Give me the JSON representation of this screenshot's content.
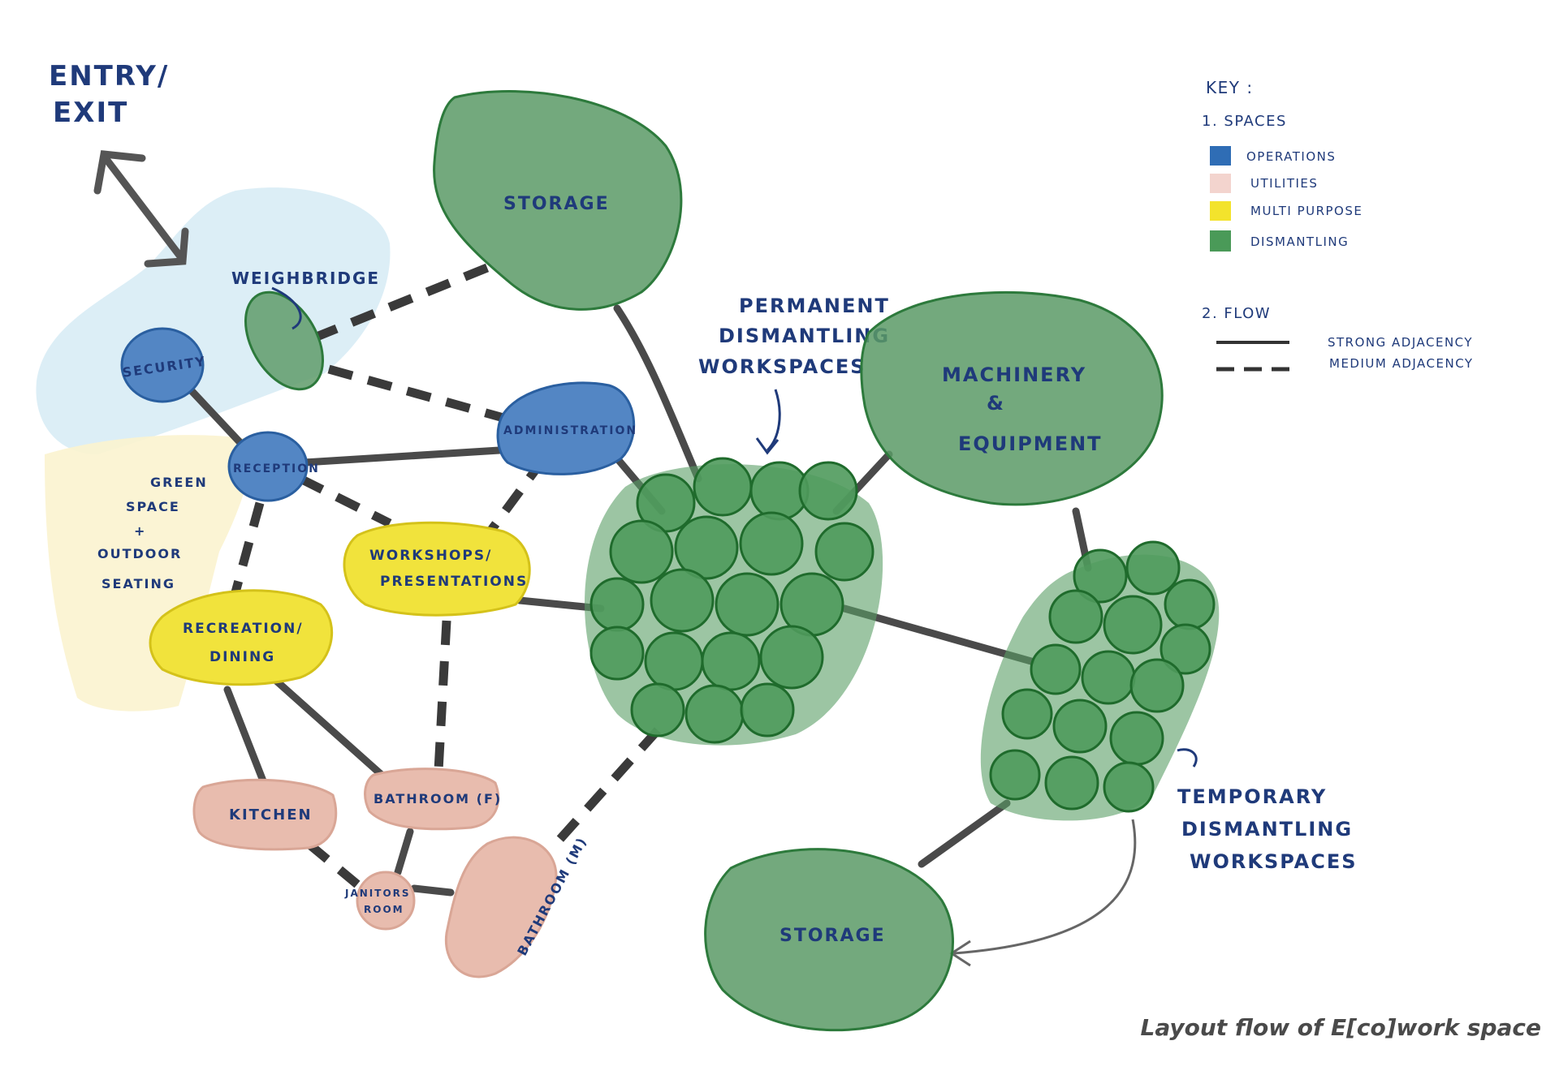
{
  "entry_label_line1": "ENTRY/",
  "entry_label_line2": "EXIT",
  "spaces": {
    "storage_top": "STORAGE",
    "weighbridge": "WEIGHBRIDGE",
    "security": "SECURITY",
    "reception": "RECEPTION",
    "administration": "ADMINISTRATION",
    "green_space": [
      "GREEN",
      "SPACE",
      "+",
      "OUTDOOR",
      "SEATING"
    ],
    "workshops": [
      "WORKSHOPS/",
      "PRESENTATIONS"
    ],
    "recreation": [
      "RECREATION/",
      "DINING"
    ],
    "kitchen": "KITCHEN",
    "bathroom_f": "BATHROOM (F)",
    "janitors": [
      "JANITORS",
      "ROOM"
    ],
    "bathroom_m": "BATHROOM (M)",
    "machinery": [
      "MACHINERY",
      "&",
      "EQUIPMENT"
    ],
    "storage_bottom": "STORAGE"
  },
  "annotations": {
    "permanent": [
      "PERMANENT",
      "DISMANTLING",
      "WORKSPACES"
    ],
    "temporary": [
      "TEMPORARY",
      "DISMANTLING",
      "WORKSPACES"
    ]
  },
  "key": {
    "title": "KEY :",
    "spaces_heading": "1.  SPACES",
    "space_items": [
      {
        "label": "OPERATIONS",
        "color": "#2f6db5"
      },
      {
        "label": "UTILITIES",
        "color": "#f3d4ce"
      },
      {
        "label": "MULTI PURPOSE",
        "color": "#f3e32c"
      },
      {
        "label": "DISMANTLING",
        "color": "#4a9a58"
      }
    ],
    "flow_heading": "2.  FLOW",
    "flow_items": [
      {
        "label": "STRONG ADJACENCY",
        "style": "solid"
      },
      {
        "label": "MEDIUM ADJACENCY",
        "style": "dashed"
      }
    ]
  },
  "caption": "Layout flow of E[co]work space"
}
